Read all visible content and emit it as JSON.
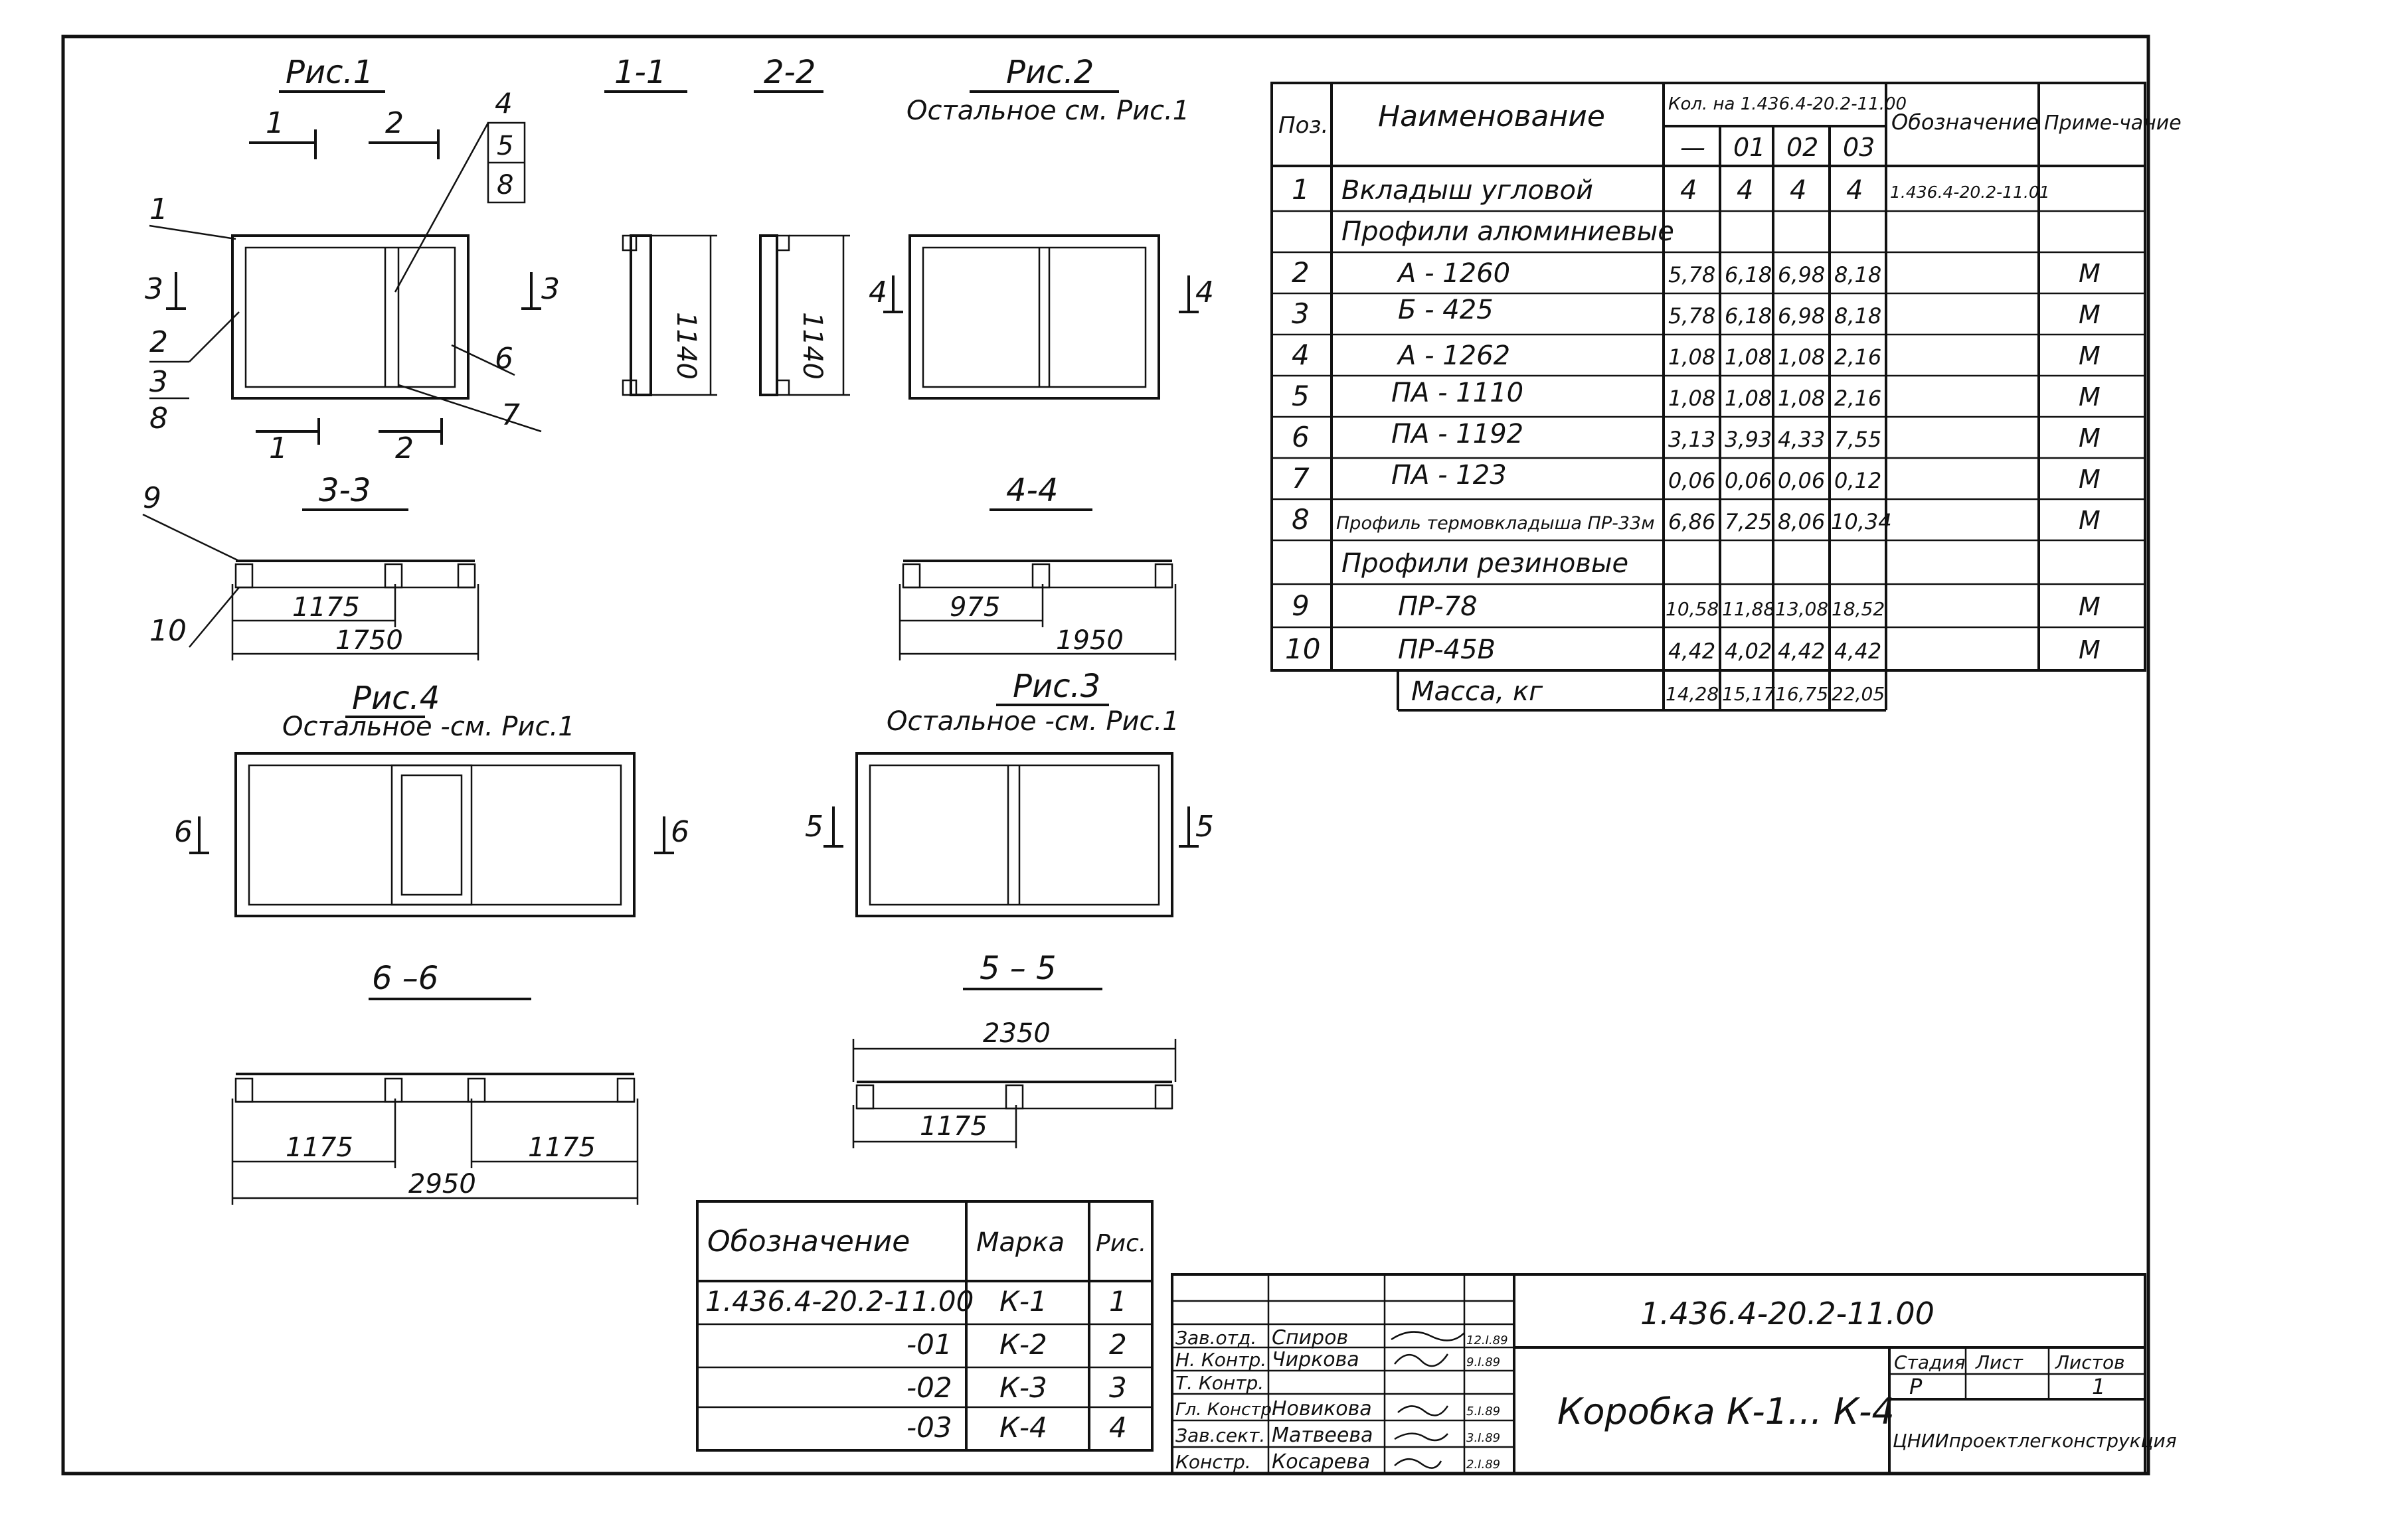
{
  "figures": {
    "ris1": {
      "title": "Рис.1",
      "callouts": [
        "1",
        "2",
        "3",
        "8",
        "4",
        "5",
        "8",
        "6",
        "7"
      ],
      "sections": [
        "1",
        "1",
        "2",
        "2",
        "3",
        "3"
      ]
    },
    "sec11": {
      "title": "1-1",
      "dim": "1140"
    },
    "sec22": {
      "title": "2-2",
      "dim": "1140"
    },
    "ris2": {
      "title": "Рис.2",
      "note": "Остальное см. Рис.1",
      "sections": [
        "4",
        "4"
      ]
    },
    "sec33": {
      "title": "3-3",
      "callouts": [
        "9",
        "10"
      ],
      "dim1": "1175",
      "dim2": "1750"
    },
    "sec44": {
      "title": "4-4",
      "dim1": "975",
      "dim2": "1950"
    },
    "ris4": {
      "title": "Рис.4",
      "note": "Остальное -см. Рис.1",
      "sections": [
        "6",
        "6"
      ]
    },
    "ris3": {
      "title": "Рис.3",
      "note": "Остальное -см. Рис.1",
      "sections": [
        "5",
        "5"
      ]
    },
    "sec66": {
      "title": "6 –6",
      "dim1": "1175",
      "dim2": "1175",
      "dim3": "2950"
    },
    "sec55": {
      "title": "5 – 5",
      "dim1": "2350",
      "dim2": "1175"
    }
  },
  "spec": {
    "headers": {
      "pos": "Поз.",
      "name": "Наименование",
      "qty": "Кол. на 1.436.4-20.2-11.00",
      "qty_cols": [
        "—",
        "01",
        "02",
        "03"
      ],
      "designation": "Обозначение",
      "note": "Приме-чание"
    },
    "rows": [
      {
        "pos": "1",
        "name": "Вкладыш угловой",
        "q": [
          "4",
          "4",
          "4",
          "4"
        ],
        "des": "1.436.4-20.2-11.01",
        "note": ""
      },
      {
        "pos": "",
        "name": "Профили алюминиевые",
        "q": [
          "",
          "",
          "",
          ""
        ],
        "des": "",
        "note": ""
      },
      {
        "pos": "2",
        "name": "А - 1260",
        "q": [
          "5,78",
          "6,18",
          "6,98",
          "8,18"
        ],
        "des": "",
        "note": "М"
      },
      {
        "pos": "3",
        "name": "Б - 425",
        "q": [
          "5,78",
          "6,18",
          "6,98",
          "8,18"
        ],
        "des": "",
        "note": "М"
      },
      {
        "pos": "4",
        "name": "А - 1262",
        "q": [
          "1,08",
          "1,08",
          "1,08",
          "2,16"
        ],
        "des": "",
        "note": "М"
      },
      {
        "pos": "5",
        "name": "ПА - 1110",
        "q": [
          "1,08",
          "1,08",
          "1,08",
          "2,16"
        ],
        "des": "",
        "note": "М"
      },
      {
        "pos": "6",
        "name": "ПА - 1192",
        "q": [
          "3,13",
          "3,93",
          "4,33",
          "7,55"
        ],
        "des": "",
        "note": "М"
      },
      {
        "pos": "7",
        "name": "ПА - 123",
        "q": [
          "0,06",
          "0,06",
          "0,06",
          "0,12"
        ],
        "des": "",
        "note": "М"
      },
      {
        "pos": "8",
        "name": "Профиль термовкладыша ПР-33м",
        "q": [
          "6,86",
          "7,25",
          "8,06",
          "10,34"
        ],
        "des": "",
        "note": "М"
      },
      {
        "pos": "",
        "name": "Профили резиновые",
        "q": [
          "",
          "",
          "",
          ""
        ],
        "des": "",
        "note": ""
      },
      {
        "pos": "9",
        "name": "ПР-78",
        "q": [
          "10,58",
          "11,88",
          "13,08",
          "18,52"
        ],
        "des": "",
        "note": "М"
      },
      {
        "pos": "10",
        "name": "ПР-45В",
        "q": [
          "4,42",
          "4,02",
          "4,42",
          "4,42"
        ],
        "des": "",
        "note": "М"
      }
    ],
    "mass": {
      "label": "Масса, кг",
      "q": [
        "14,28",
        "15,17",
        "16,75",
        "22,05"
      ]
    }
  },
  "marks": {
    "headers": {
      "des": "Обозначение",
      "mark": "Марка",
      "fig": "Рис."
    },
    "rows": [
      {
        "des": "1.436.4-20.2-11.00",
        "mark": "К-1",
        "fig": "1"
      },
      {
        "des": "-01",
        "mark": "К-2",
        "fig": "2"
      },
      {
        "des": "-02",
        "mark": "К-3",
        "fig": "3"
      },
      {
        "des": "-03",
        "mark": "К-4",
        "fig": "4"
      }
    ]
  },
  "stamp": {
    "code": "1.436.4-20.2-11.00",
    "title": "Коробка К-1... К-4",
    "org": "ЦНИИпроектлегконструкция",
    "stage_label": "Стадия",
    "sheet_label": "Лист",
    "sheets_label": "Листов",
    "stage": "Р",
    "sheets": "1",
    "people": [
      {
        "role": "Зав.отд.",
        "name": "Спиров",
        "date": "12.I.89"
      },
      {
        "role": "Н. Контр.",
        "name": "Чиркова",
        "date": "9.I.89"
      },
      {
        "role": "Т. Контр.",
        "name": "",
        "date": ""
      },
      {
        "role": "Гл. Констр.",
        "name": "Новикова",
        "date": "5.I.89"
      },
      {
        "role": "Зав.сект.",
        "name": "Матвеева",
        "date": "3.I.89"
      },
      {
        "role": "Констр.",
        "name": "Косарева",
        "date": "2.I.89"
      }
    ]
  }
}
